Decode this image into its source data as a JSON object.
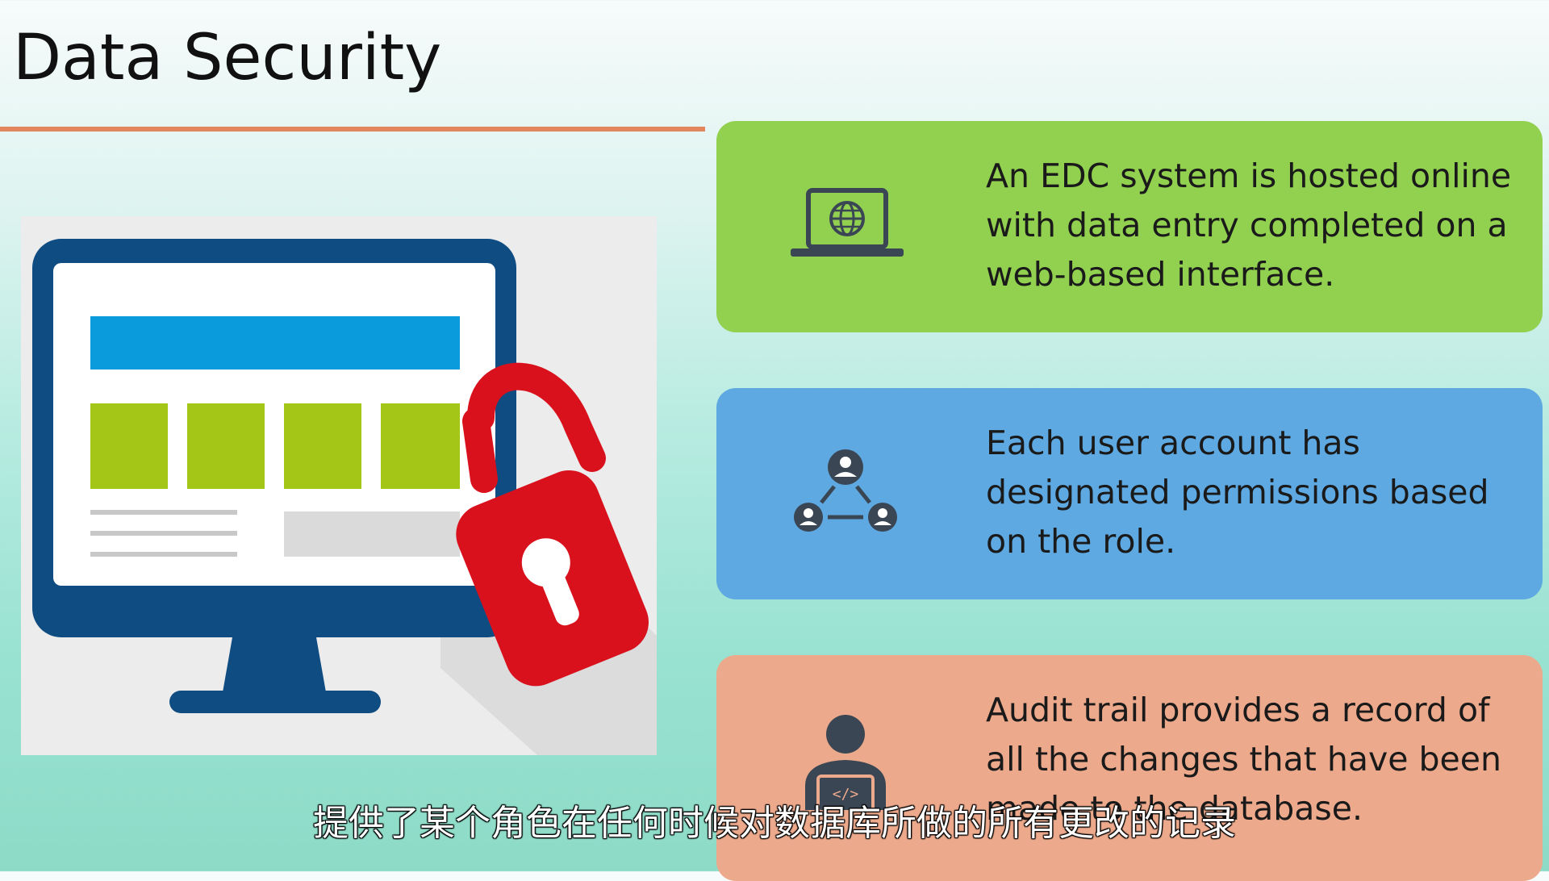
{
  "slide": {
    "title": "Data Security"
  },
  "illustration": {
    "icon": "monitor-with-padlock",
    "colors": {
      "monitor": "#0f4c81",
      "banner": "#0a9bdd",
      "tiles": "#a3c617",
      "lock": "#d9111d"
    }
  },
  "cards": [
    {
      "icon": "laptop-globe-icon",
      "text": "An EDC system is hosted online with data entry completed on a web-based interface.",
      "color": "#92d050"
    },
    {
      "icon": "user-network-icon",
      "text": "Each user account has designated permissions based on the role.",
      "color": "#5ea9e2"
    },
    {
      "icon": "developer-laptop-icon",
      "text": "Audit trail provides a record of all the changes that have been made to the database.",
      "color": "#eca98c"
    }
  ],
  "subtitle": {
    "text": "提供了某个角色在任何时候对数据库所做的所有更改的记录"
  },
  "colors": {
    "title_rule": "#e2865d",
    "icon": "#3a4654"
  }
}
